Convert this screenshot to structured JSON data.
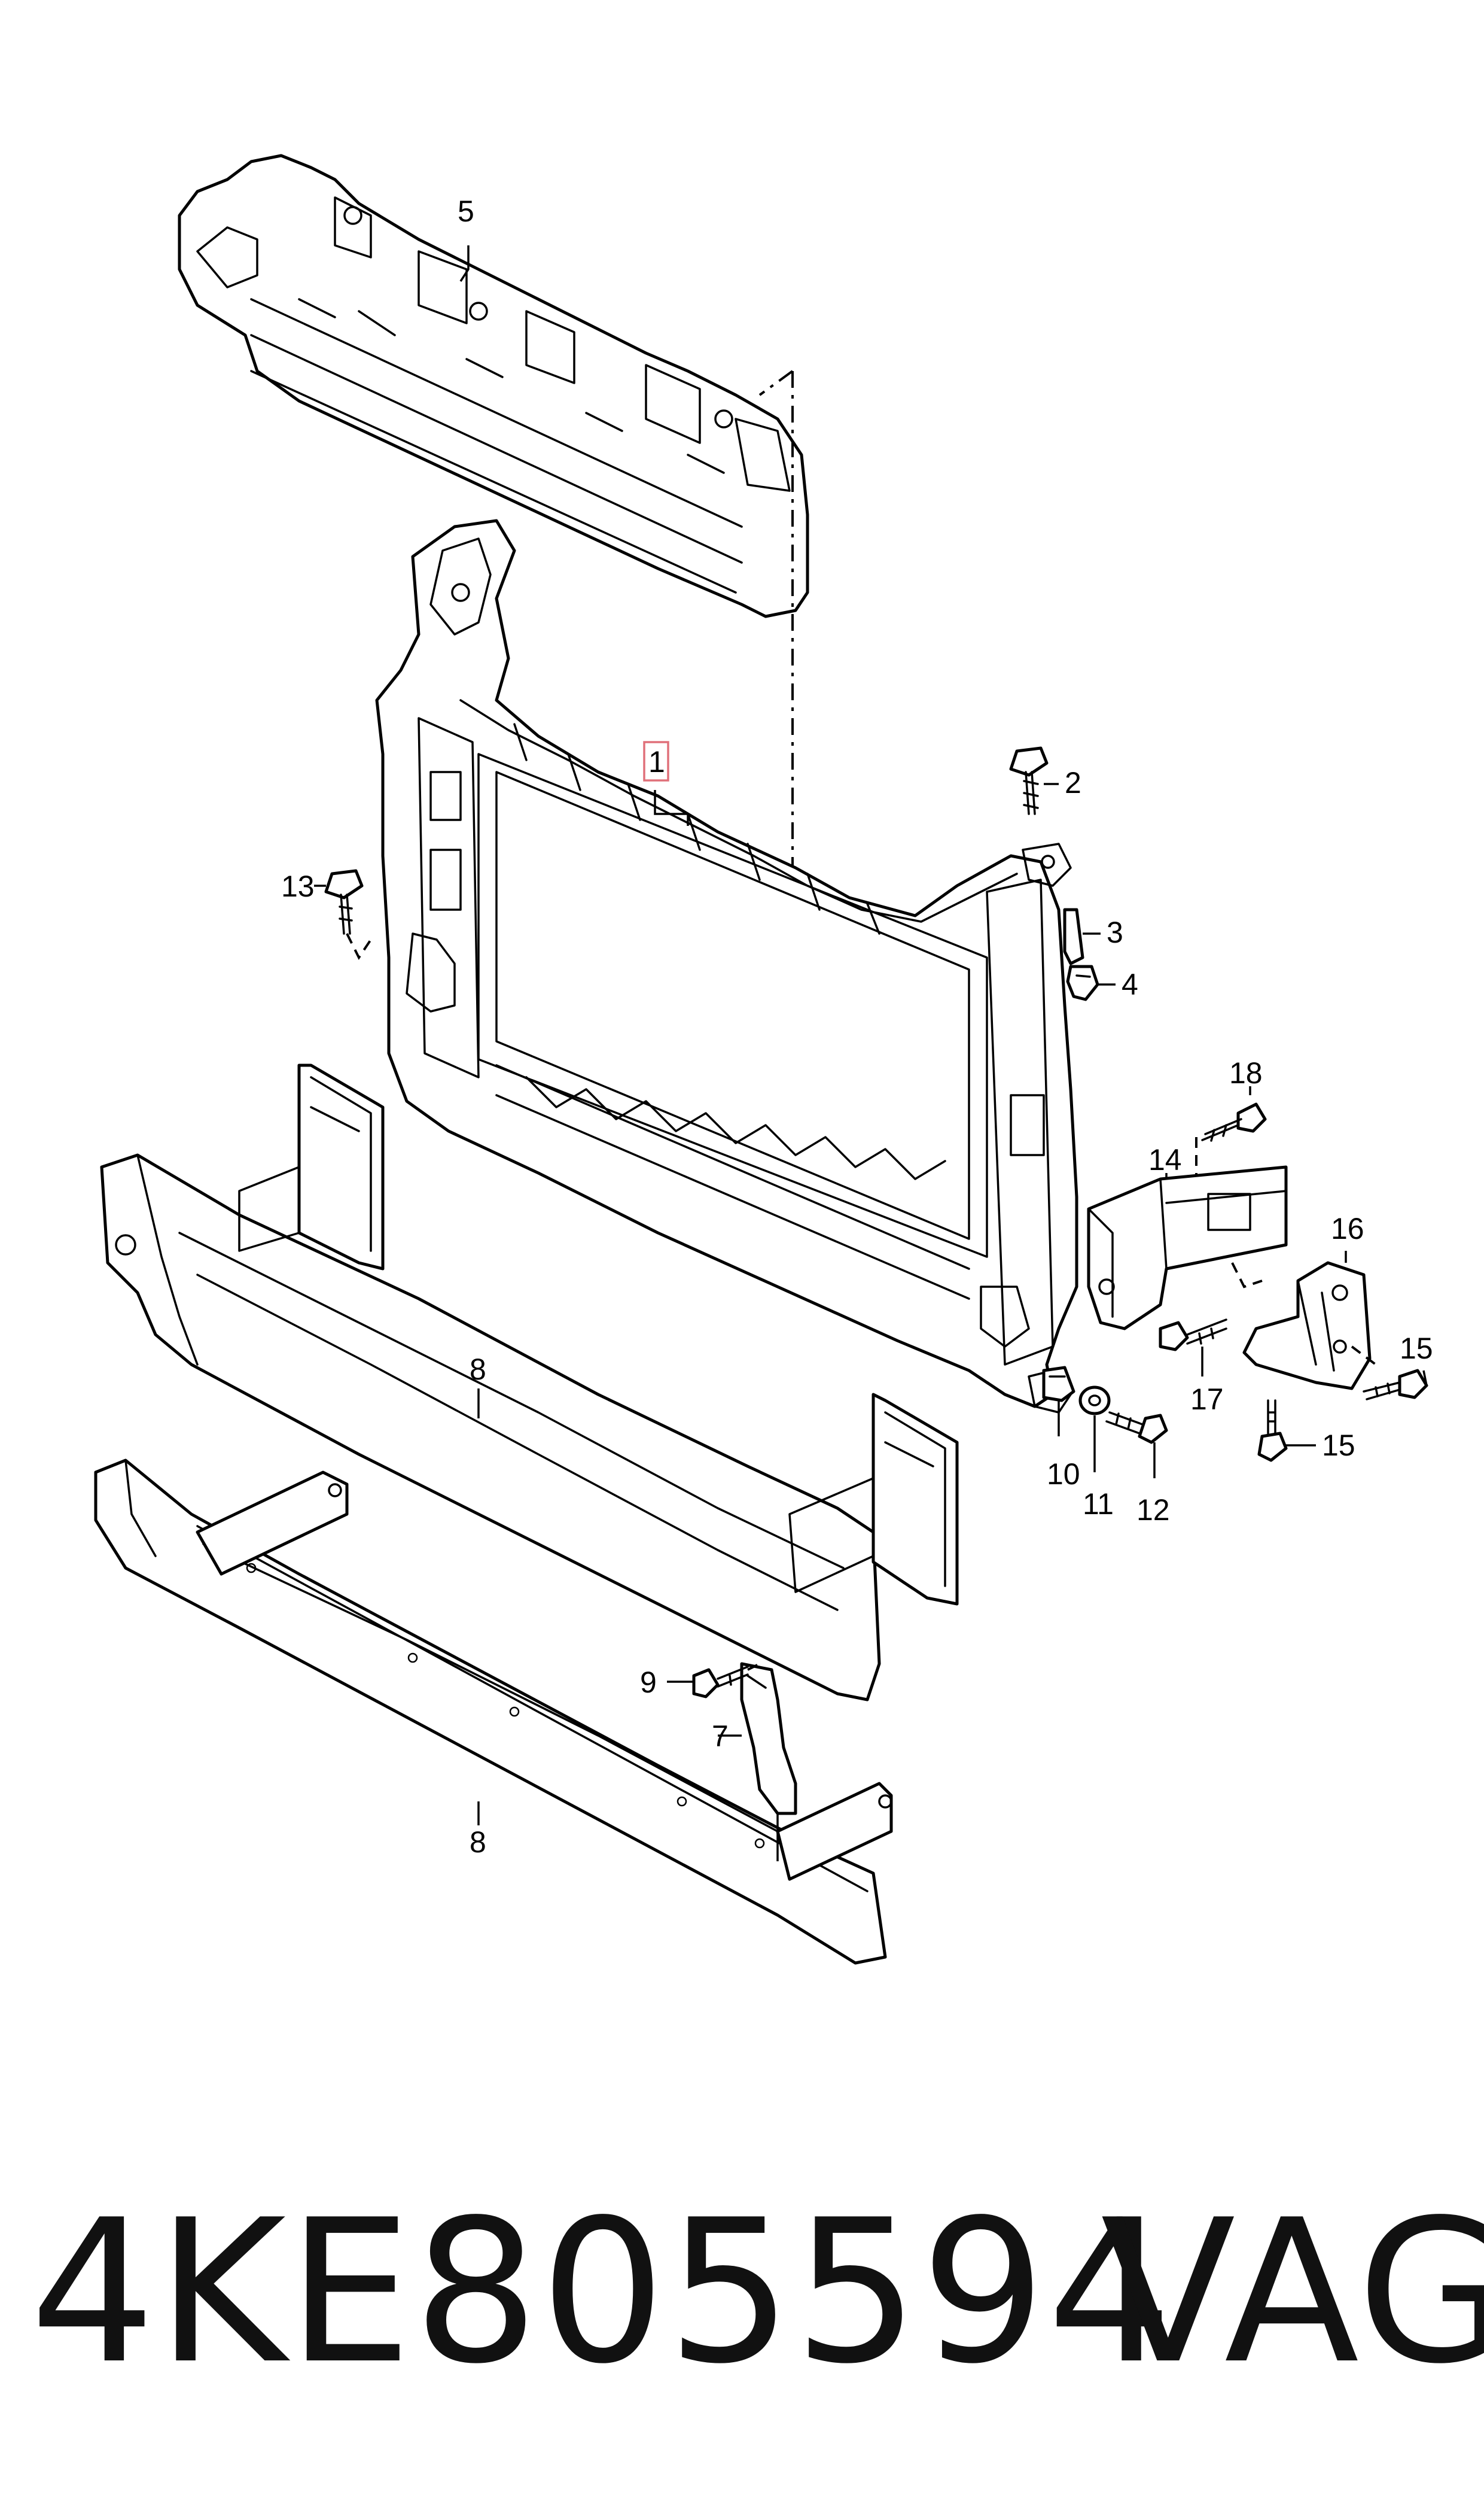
{
  "callouts": {
    "c1": "1",
    "c2": "2",
    "c3": "3",
    "c4": "4",
    "c5": "5",
    "c7": "7",
    "c8a": "8",
    "c8b": "8",
    "c9": "9",
    "c10": "10",
    "c11": "11",
    "c12": "12",
    "c13": "13",
    "c14": "14",
    "c15a": "15",
    "c15b": "15",
    "c16": "16",
    "c17": "17",
    "c18": "18"
  },
  "footer": {
    "part_number": "4KE805594",
    "brand": "VAG"
  },
  "colors": {
    "line": "#000000",
    "highlight_box": "#e0707a",
    "background": "#ffffff"
  }
}
